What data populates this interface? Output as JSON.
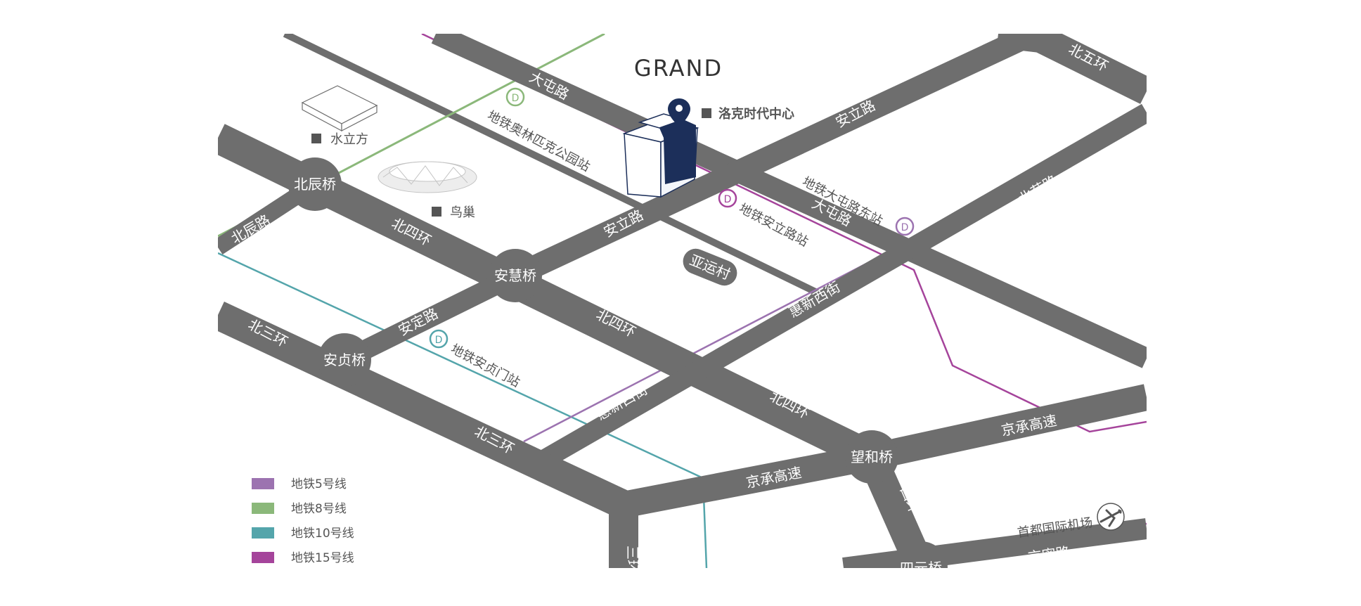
{
  "brand": "GRAND",
  "pois": {
    "loke_center": "洛克时代中心",
    "water_cube": "水立方",
    "birds_nest": "鸟巢",
    "yayuncun": "亚运村"
  },
  "roads": {
    "datun_road": "大屯路",
    "anli_road": "安立路",
    "north_5th_ring": "北五环",
    "beichen_road": "北辰路",
    "north_4th_ring": "北四环",
    "north_3rd_ring": "北三环",
    "anding_road": "安定路",
    "beiyuan_road": "北苑路",
    "huixin_west_st": "惠新西街",
    "jingcheng_expressway": "京承高速",
    "east_4th_ring": "四环",
    "east_3rd_ring": "三环",
    "jingmi_road": "京密路",
    "airport": "首都国际机场"
  },
  "bridges": {
    "beichen": "北辰桥",
    "anhui": "安慧桥",
    "anzhen": "安贞桥",
    "wanghe": "望和桥",
    "siyuan": "四元桥"
  },
  "stations": {
    "olympic_park": "地铁奥林匹克公园站",
    "datun_east": "地铁大屯路东站",
    "anli_road": "地铁安立路站",
    "anzhenmen": "地铁安贞门站"
  },
  "legend": [
    {
      "label": "地铁5号线",
      "color": "#9c73b0"
    },
    {
      "label": "地铁8号线",
      "color": "#8bb87a"
    },
    {
      "label": "地铁10号线",
      "color": "#54a5ab"
    },
    {
      "label": "地铁15号线",
      "color": "#a5449b"
    }
  ],
  "colors": {
    "road": "#6e6e6e",
    "line5": "#9c73b0",
    "line8": "#8bb87a",
    "line10": "#54a5ab",
    "line15": "#a5449b",
    "marker": "#1c2f5a",
    "label": "#555555"
  },
  "icons": {
    "location": "map-pin-icon",
    "subway": "subway-station-icon",
    "airport": "airplane-icon"
  }
}
